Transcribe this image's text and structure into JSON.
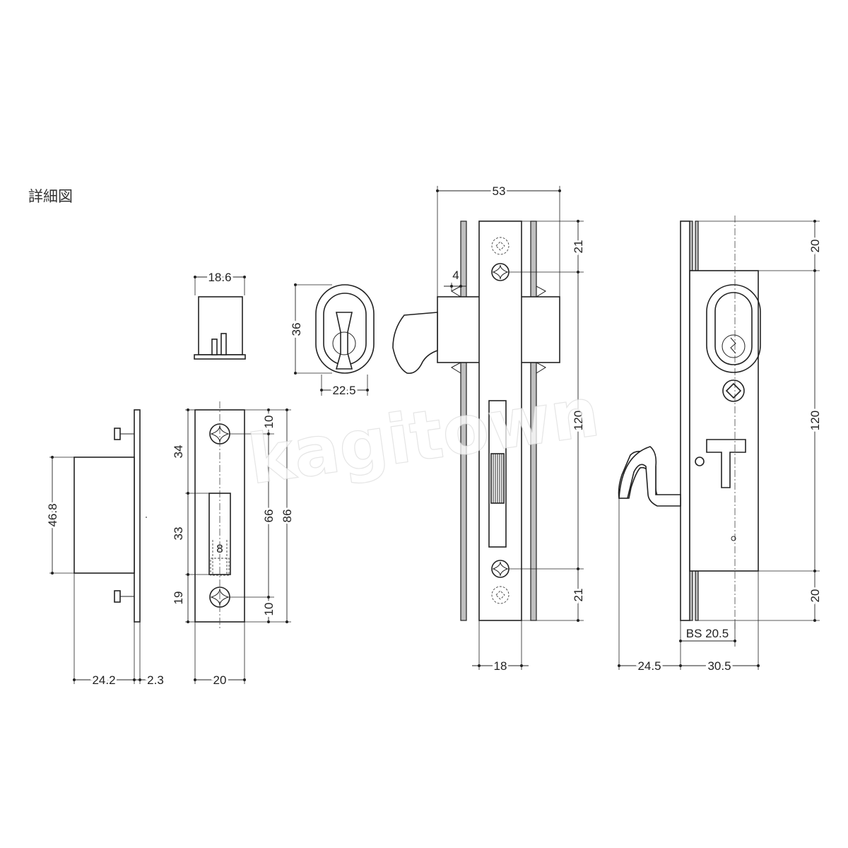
{
  "title": "詳細図",
  "watermark": "kagitown",
  "dimensions": {
    "cap_width": "18.6",
    "thumbturn_height": "36",
    "thumbturn_width": "22.5",
    "strike_depth": "24.2",
    "strike_plate_thickness": "2.3",
    "strike_height": "46.8",
    "plate_top": "34",
    "plate_mid": "33",
    "plate_bottom": "19",
    "slot_width": "8",
    "plate_top_margin": "10",
    "plate_bottom_margin": "10",
    "plate_pitch": "66",
    "plate_height": "86",
    "plate_width": "20",
    "side_overall_width": "53",
    "side_bracket": "4",
    "side_top": "21",
    "side_middle": "120",
    "side_bottom": "21",
    "side_face_width": "18",
    "front_top": "20",
    "front_middle": "120",
    "front_bottom": "20",
    "backset": "BS 20.5",
    "hook_projection": "24.5",
    "front_case_width": "30.5"
  }
}
